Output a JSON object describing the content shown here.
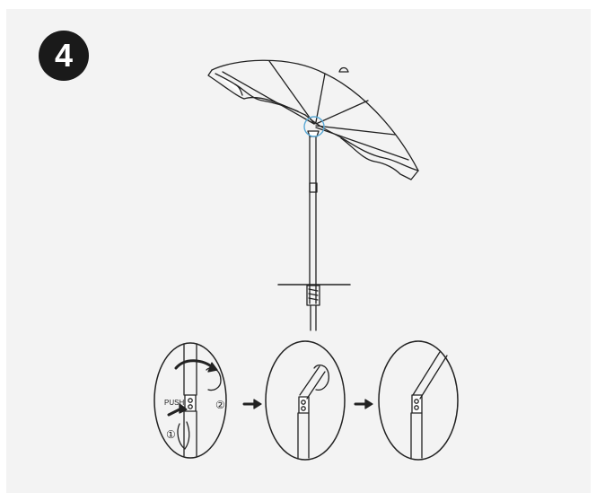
{
  "step": {
    "number": "4"
  },
  "detail": {
    "push_label": "PUSH",
    "step1_marker": "①",
    "step2_marker": "②"
  },
  "colors": {
    "panel": "#f3f3f3",
    "badge": "#1a1a1a",
    "line": "#222222",
    "highlight": "#5aa9d6"
  }
}
